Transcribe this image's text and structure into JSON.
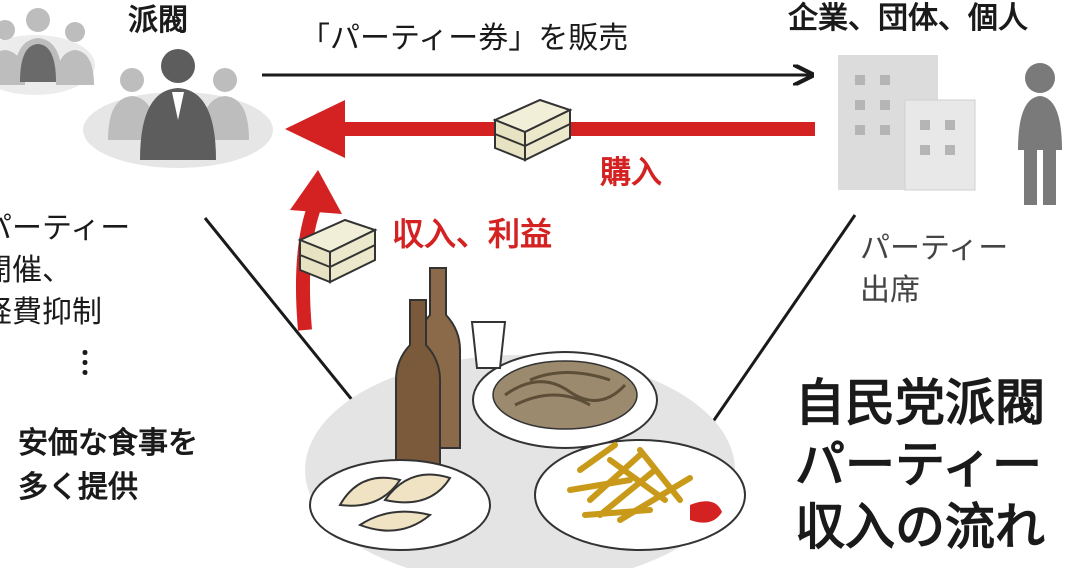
{
  "faction_label": "派閥",
  "entities_label": "企業、団体、個人",
  "sell_label": "「パーティー券」を販売",
  "purchase_label": "購入",
  "income_label": "収入、利益",
  "party_hosting_label": [
    "パーティー",
    "開催、",
    "経費抑制"
  ],
  "ellipsis": "︙",
  "cheap_food_label": [
    "安価な食事を",
    "多く提供"
  ],
  "attend_label": [
    "パーティー",
    "出席"
  ],
  "title_lines": [
    "自民党派閥",
    "パーティー",
    "収入の流れ"
  ],
  "colors": {
    "accent": "#d42222",
    "text": "#1a1a1a",
    "icon_grey": "#7a7a7a",
    "plate": "#e6e6e6"
  }
}
